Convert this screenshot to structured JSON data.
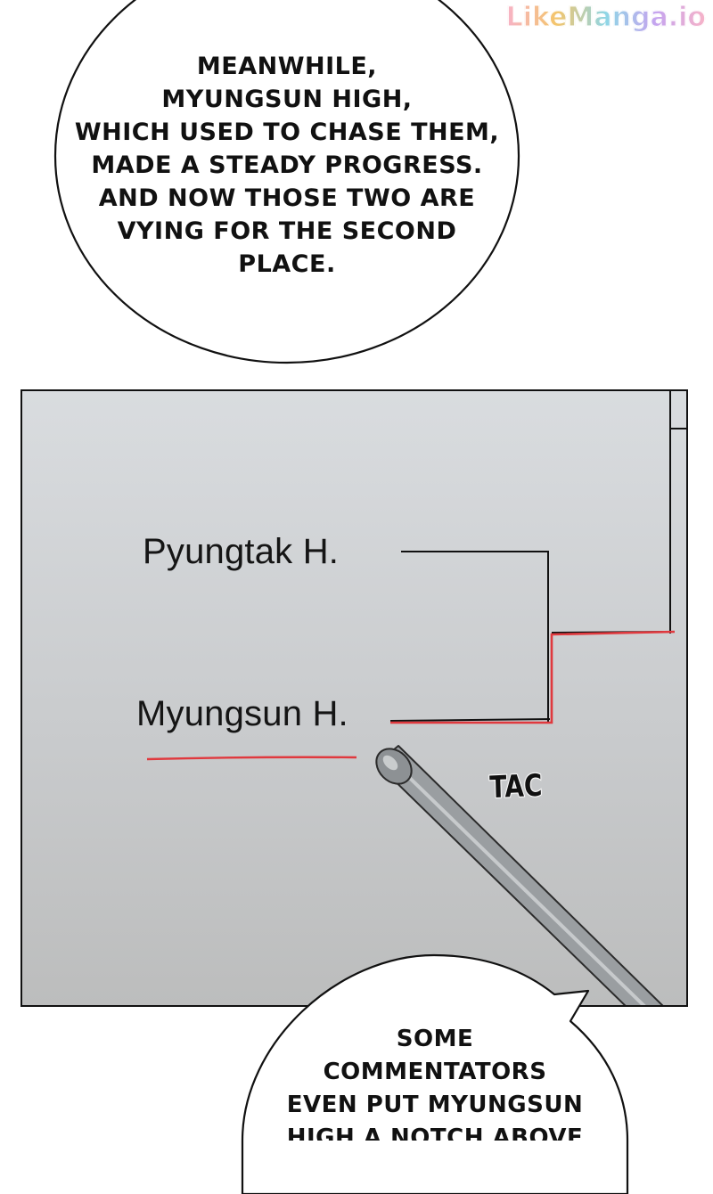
{
  "watermark": "LikeManga.io",
  "bubble_top": {
    "lines": [
      "MEANWHILE,",
      "MYUNGSUN HIGH,",
      "WHICH USED TO CHASE THEM,",
      "MADE A STEADY PROGRESS.",
      "AND NOW THOSE TWO ARE",
      "VYING FOR THE SECOND",
      "PLACE."
    ]
  },
  "panel": {
    "team_top": "Pyungtak H.",
    "team_bottom": "Myungsun H.",
    "sfx": "TAC",
    "colors": {
      "bracket_line": "#111111",
      "highlight_red": "#e0393e",
      "pointer": "#8f9396"
    }
  },
  "bubble_bottom": {
    "lines": [
      "SOME",
      "COMMENTATORS",
      "EVEN PUT MYUNGSUN",
      "HIGH A NOTCH ABOVE"
    ]
  }
}
